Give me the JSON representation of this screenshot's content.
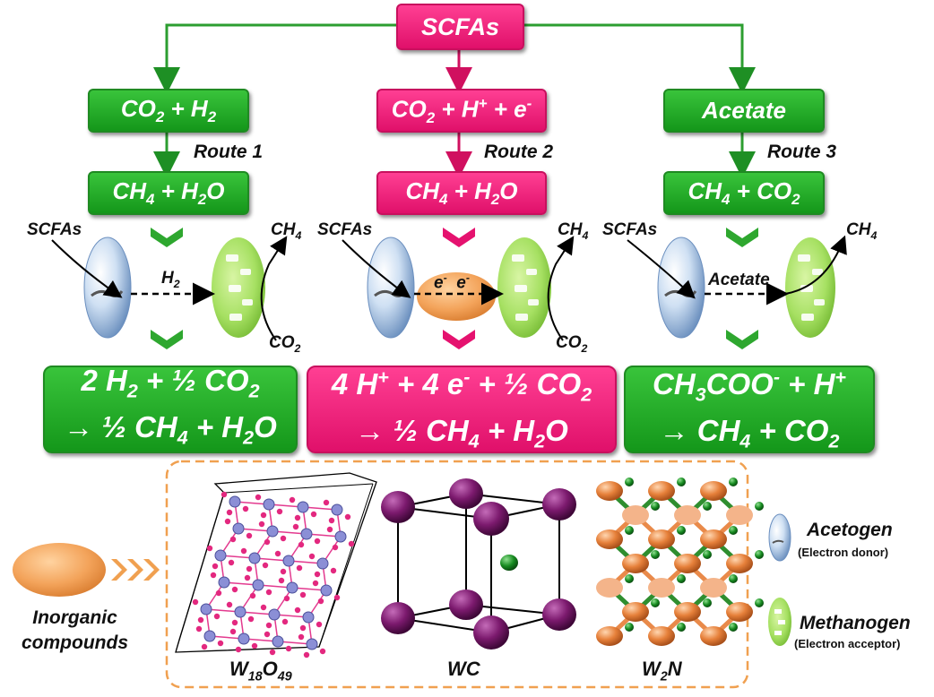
{
  "top": {
    "label": "SCFAs"
  },
  "routes": [
    {
      "name": "Route 1",
      "reactants_html": "CO<sub>2</sub> + H<sub>2</sub>",
      "products_html": "CH<sub>4</sub> + H<sub>2</sub>O",
      "input_label": "SCFAs",
      "carrier_html": "H<sub>2</sub>",
      "out_label_html": "CH<sub>4</sub>",
      "in_label_html": "CO<sub>2</sub>",
      "eq_line1_html": "2 H<sub>2</sub> + ½ CO<sub>2</sub>",
      "eq_line2_html": "→ ½ CH<sub>4</sub> + H<sub>2</sub>O",
      "color": "#1ea825"
    },
    {
      "name": "Route 2",
      "reactants_html": "CO<sub>2</sub> + H<sup>+</sup> + e<sup>-</sup>",
      "products_html": "CH<sub>4</sub> + H<sub>2</sub>O",
      "input_label": "SCFAs",
      "carrier_html": "e<sup>-</sup>&nbsp;&nbsp;e<sup>-</sup>",
      "out_label_html": "CH<sub>4</sub>",
      "in_label_html": "CO<sub>2</sub>",
      "eq_line1_html": "4 H<sup>+</sup> + 4 e<sup>-</sup> + ½ CO<sub>2</sub>",
      "eq_line2_html": "→ ½ CH<sub>4</sub> + H<sub>2</sub>O",
      "color": "#e5126f"
    },
    {
      "name": "Route 3",
      "reactants_html": "Acetate",
      "products_html": "CH<sub>4</sub> + CO<sub>2</sub>",
      "input_label": "SCFAs",
      "carrier_html": "Acetate",
      "out_label_html": "CH<sub>4</sub>",
      "in_label_html": "",
      "eq_line1_html": "CH<sub>3</sub>COO<sup>-</sup> + H<sup>+</sup>",
      "eq_line2_html": "→ CH<sub>4</sub> + CO<sub>2</sub>",
      "color": "#1ea825"
    }
  ],
  "bottom": {
    "inorganic_label_line1": "Inorganic",
    "inorganic_label_line2": "compounds",
    "structures_html": [
      "W<sub>18</sub>O<sub>49</sub>",
      "WC",
      "W<sub>2</sub>N"
    ]
  },
  "legend": [
    {
      "title": "Acetogen",
      "subtitle": "(Electron donor)"
    },
    {
      "title": "Methanogen",
      "subtitle": "(Electron acceptor)"
    }
  ],
  "colors": {
    "green": "#1ea825",
    "pink": "#e5126f",
    "orange": "#f0a050",
    "dashed_border": "#f0a050"
  }
}
